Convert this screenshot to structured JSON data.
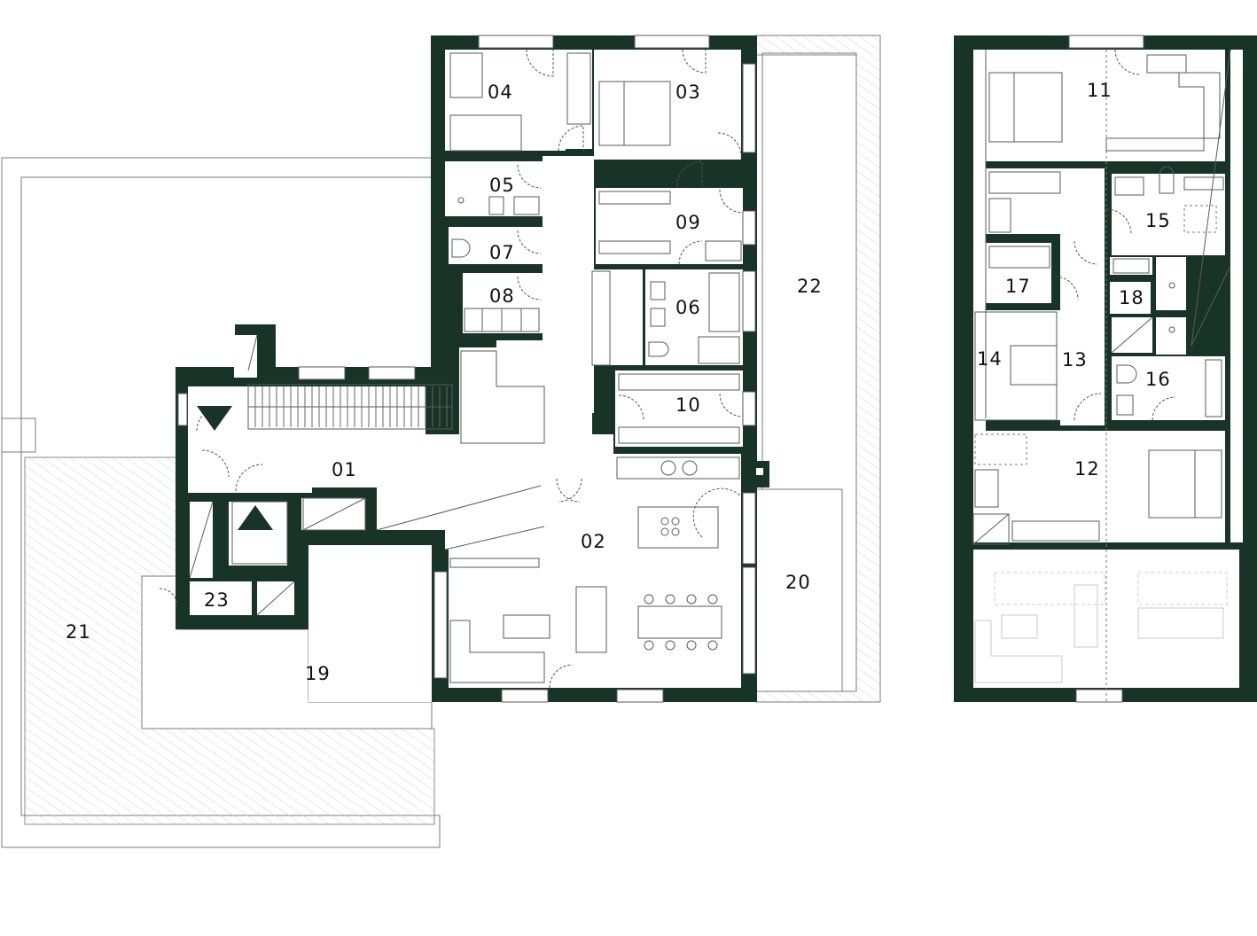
{
  "plan": {
    "main_floor": {
      "rooms": [
        {
          "id": "01",
          "label": "01"
        },
        {
          "id": "02",
          "label": "02"
        },
        {
          "id": "03",
          "label": "03"
        },
        {
          "id": "04",
          "label": "04"
        },
        {
          "id": "05",
          "label": "05"
        },
        {
          "id": "06",
          "label": "06"
        },
        {
          "id": "07",
          "label": "07"
        },
        {
          "id": "08",
          "label": "08"
        },
        {
          "id": "09",
          "label": "09"
        },
        {
          "id": "10",
          "label": "10"
        },
        {
          "id": "19",
          "label": "19"
        },
        {
          "id": "20",
          "label": "20"
        },
        {
          "id": "21",
          "label": "21"
        },
        {
          "id": "22",
          "label": "22"
        },
        {
          "id": "23",
          "label": "23"
        }
      ]
    },
    "upper_floor": {
      "rooms": [
        {
          "id": "11",
          "label": "11"
        },
        {
          "id": "12",
          "label": "12"
        },
        {
          "id": "13",
          "label": "13"
        },
        {
          "id": "14",
          "label": "14"
        },
        {
          "id": "15",
          "label": "15"
        },
        {
          "id": "16",
          "label": "16"
        },
        {
          "id": "17",
          "label": "17"
        },
        {
          "id": "18",
          "label": "18"
        }
      ]
    },
    "colors": {
      "wall": "#183426",
      "floor": "#ffffff",
      "label": "#111111"
    },
    "icons": [
      "elevator-down-arrow-icon",
      "elevator-up-arrow-icon"
    ]
  }
}
